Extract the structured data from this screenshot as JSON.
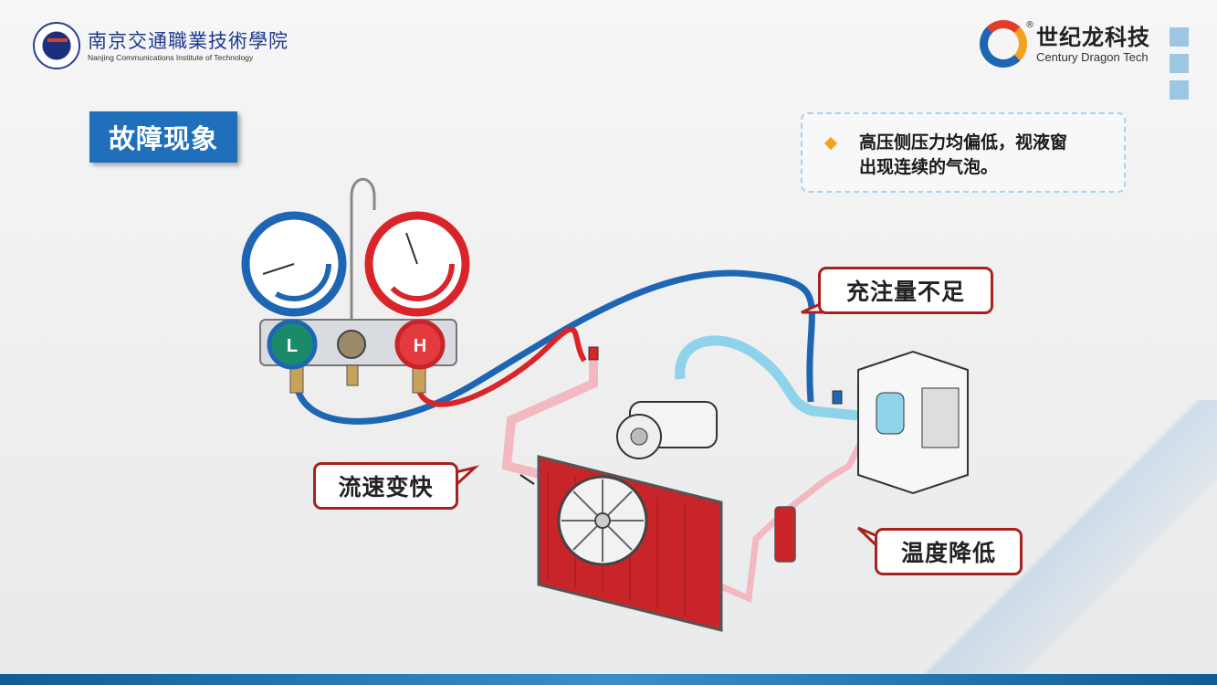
{
  "header": {
    "school_name_cn": "南京交通職業技術學院",
    "school_name_en": "Nanjing Communications Institute of Technology",
    "company_name_cn": "世纪龙科技",
    "company_name_en": "Century Dragon Tech",
    "registered_mark": "®"
  },
  "title": "故障现象",
  "note": {
    "line1": "高压侧压力均偏低，视液窗",
    "line2": "出现连续的气泡。"
  },
  "callouts": {
    "charge": "充注量不足",
    "flow": "流速变快",
    "temp": "温度降低"
  },
  "diagram": {
    "low_knob": "L",
    "high_knob": "H"
  },
  "colors": {
    "title_bg": "#1f6fbb",
    "callout_border": "#a9211d",
    "bullet": "#f2a21c",
    "low_side": "#1e66b4",
    "high_side": "#d9252a"
  }
}
